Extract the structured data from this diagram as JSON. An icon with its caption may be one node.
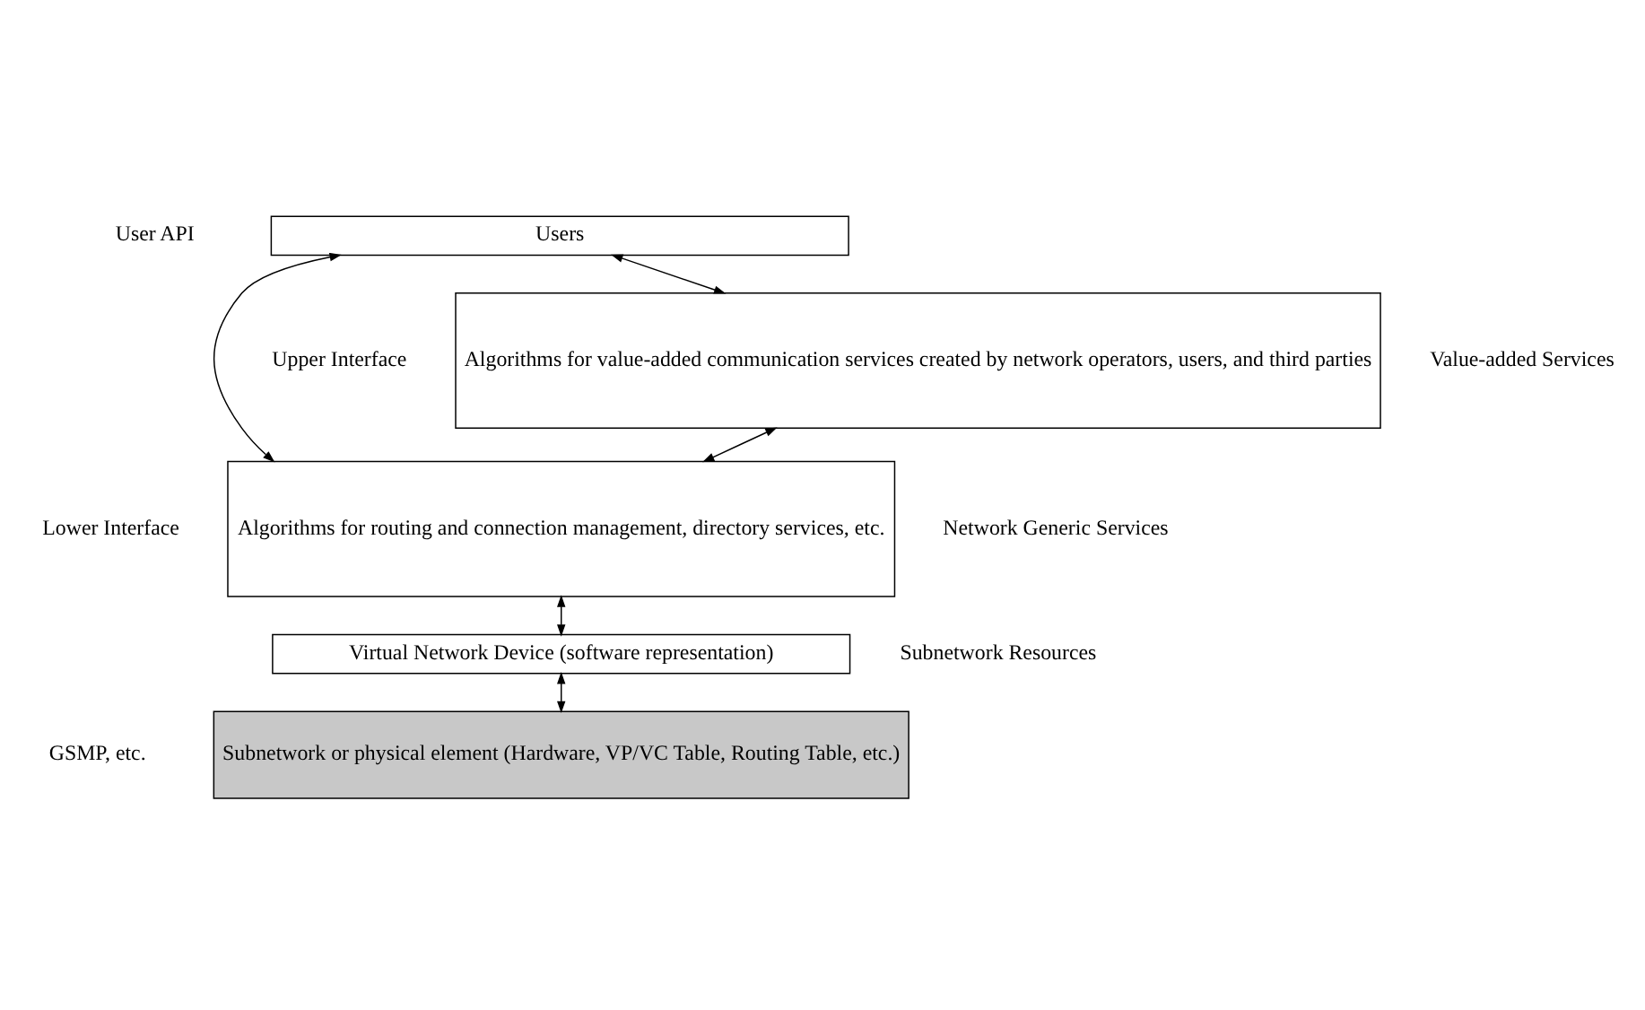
{
  "diagram": {
    "nodes": [
      {
        "text": [
          "Users"
        ]
      },
      {
        "text": [
          "Algorithms for value-added communication services created by network operators, users, and third parties"
        ]
      },
      {
        "text": [
          "Algorithms for routing and connection management, directory services, etc."
        ]
      },
      {
        "text": [
          "Virtual Network Device (software representation)"
        ]
      },
      {
        "text": [
          "Subnetwork or physical element (Hardware, VP/VC Table, Routing Table, etc.)"
        ]
      }
    ],
    "edges": [
      {
        "from": 0,
        "to": 1,
        "arrow": "both"
      },
      {
        "from": 1,
        "to": 2,
        "arrow": "both"
      },
      {
        "from": 2,
        "to": 3,
        "arrow": "both"
      },
      {
        "from": 3,
        "to": 4,
        "arrow": "both"
      },
      {
        "from": 0,
        "to": 2,
        "arrow": "both"
      }
    ],
    "labels": [
      "User API",
      "Value-added Services",
      "Upper Interface",
      "Network Generic Services",
      "Lower Interface",
      "Subnetwork Resources",
      "GSMP, etc."
    ]
  }
}
